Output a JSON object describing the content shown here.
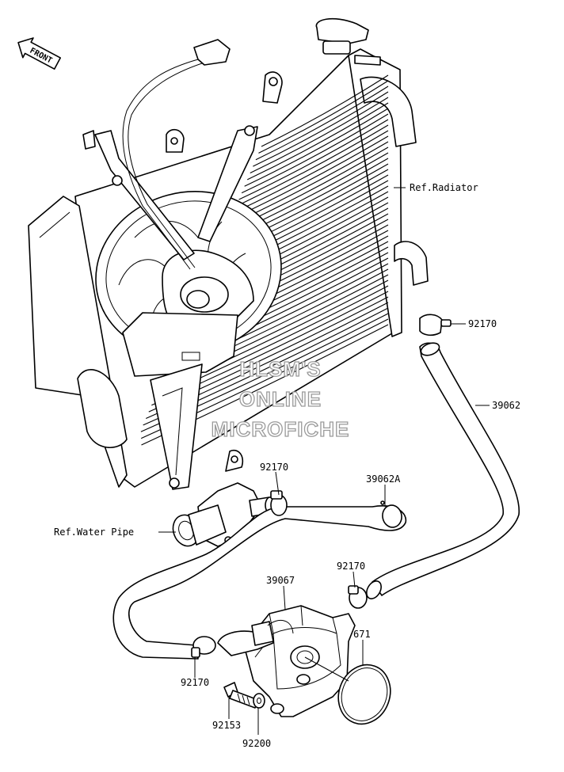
{
  "orientation": {
    "front_label": "FRONT"
  },
  "labels": {
    "ref_radiator": "Ref.Radiator",
    "ref_water_pipe": "Ref.Water Pipe",
    "clamp_92170_upper": "92170",
    "hose_39062": "39062",
    "clamp_92170_center": "92170",
    "hose_39062A": "39062A",
    "clamp_92170_right": "92170",
    "cooler_39067": "39067",
    "oring_671": "671",
    "clamp_92170_lower": "92170",
    "bolt_92153": "92153",
    "washer_92200": "92200"
  },
  "watermark": {
    "line1": "HLSM'S",
    "line2": "ONLINE",
    "line3": "MICROFICHE"
  },
  "colors": {
    "line": "#000000",
    "background": "#ffffff",
    "watermark_outline": "#9a9a9a"
  }
}
